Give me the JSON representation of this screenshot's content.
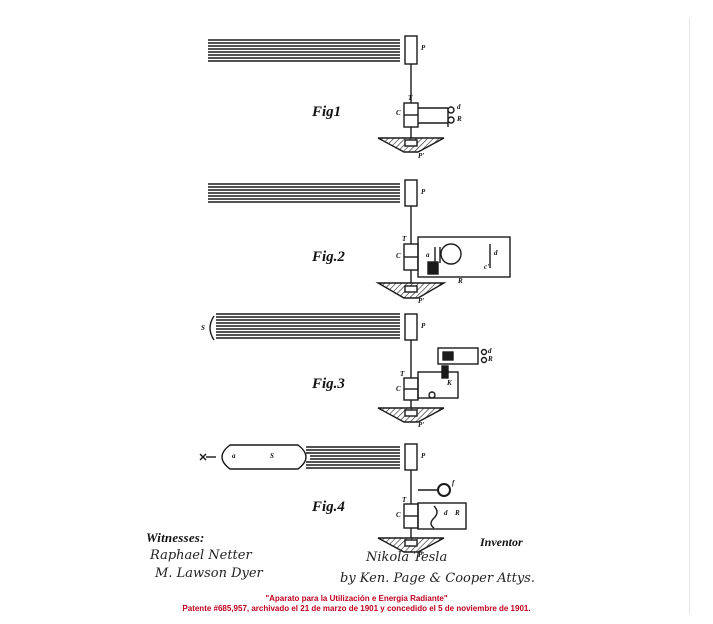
{
  "figures": [
    {
      "label": "Fig1",
      "parts": {
        "p": "P",
        "t": "T",
        "c": "C",
        "d": "d",
        "r": "R",
        "y": "P'"
      }
    },
    {
      "label": "Fig.2",
      "parts": {
        "p": "P",
        "t": "T",
        "c": "C",
        "d": "d",
        "r": "R",
        "y": "P'",
        "a": "a",
        "w": "d",
        "x": "c'"
      }
    },
    {
      "label": "Fig.3",
      "parts": {
        "p": "P",
        "t": "T",
        "c": "C",
        "d": "d",
        "r": "R",
        "y": "P'",
        "s": "S",
        "k": "K"
      }
    },
    {
      "label": "Fig.4",
      "parts": {
        "p": "P",
        "t": "T",
        "c": "C",
        "d": "d",
        "r": "R",
        "y": "P'",
        "s": "S",
        "a": "a",
        "f": "f"
      }
    }
  ],
  "signatures": {
    "witnesses_label": "Witnesses:",
    "witness_1": "Raphael Netter",
    "witness_2": "M. Lawson Dyer",
    "inventor_label": "Inventor",
    "inventor_signature": "Nikola Tesla",
    "attorneys": "by Ken. Page & Cooper Attys."
  },
  "caption": {
    "title": "\"Aparato para la Utilización e Energía Radiante\"",
    "subtitle": "Patente #685,957, archivado el 21 de marzo de 1901 y concedido el 5 de noviembre de 1901."
  }
}
